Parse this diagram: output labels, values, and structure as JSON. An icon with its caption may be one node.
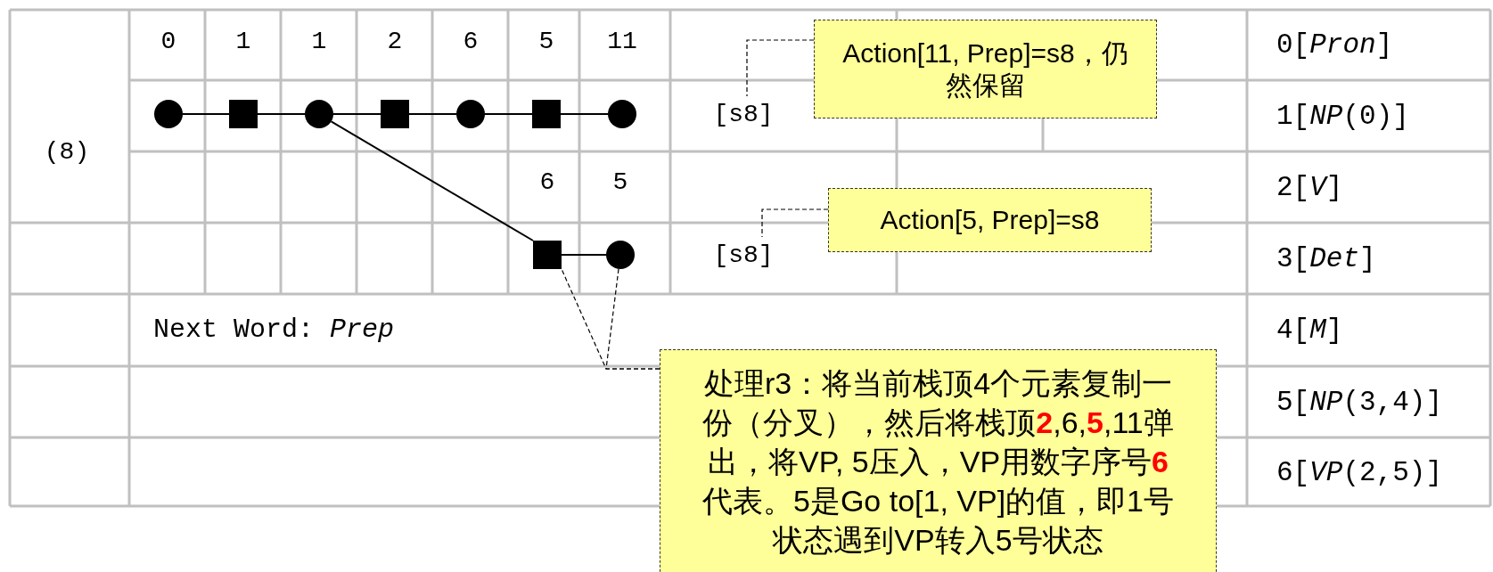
{
  "diagram": {
    "nodes": [
      {
        "text": [],
        "shape": "circle",
        "beside": [
          "0"
        ]
      },
      {
        "text": [],
        "shape": "square",
        "beside": [
          "1"
        ]
      },
      {
        "text": [],
        "shape": "circle",
        "beside": [
          "1"
        ]
      },
      {
        "text": [],
        "shape": "square",
        "beside": [
          "2"
        ]
      },
      {
        "text": [],
        "shape": "circle",
        "beside": [
          "6"
        ]
      },
      {
        "text": [],
        "shape": "square",
        "beside": [
          "5"
        ]
      },
      {
        "text": [],
        "shape": "circle",
        "beside": [
          "11"
        ]
      },
      {
        "text": [
          "[s8]"
        ]
      },
      {
        "text": [
          "Action[11, Prep]=s8，仍然保留"
        ]
      },
      {
        "text": [],
        "shape": "square",
        "beside": [
          "6"
        ]
      },
      {
        "text": [],
        "shape": "circle",
        "beside": [
          "5"
        ]
      },
      {
        "text": [
          "[s8]"
        ]
      },
      {
        "text": [
          "Action[5, Prep]=s8"
        ]
      },
      {
        "text": [
          "处理r3：将当前栈顶4个元素复制一份（分叉），然后将栈顶**2**,6,**5**,11弹出，将VP, 5压入，VP用数字序号**6**代表。5是Go to[1, VP]的值，即1号状态遇到VP转入5号状态"
        ]
      }
    ],
    "edges": [
      {
        "from": 0,
        "to": 1,
        "arrow": "none"
      },
      {
        "from": 1,
        "to": 2,
        "arrow": "none"
      },
      {
        "from": 2,
        "to": 3,
        "arrow": "none"
      },
      {
        "from": 3,
        "to": 4,
        "arrow": "none"
      },
      {
        "from": 4,
        "to": 5,
        "arrow": "none"
      },
      {
        "from": 5,
        "to": 6,
        "arrow": "none"
      },
      {
        "from": 2,
        "to": 9,
        "arrow": "none"
      },
      {
        "from": 9,
        "to": 10,
        "arrow": "none"
      },
      {
        "from": 8,
        "to": 7,
        "arrow": "none",
        "style": "dashed"
      },
      {
        "from": 12,
        "to": 11,
        "arrow": "none",
        "style": "dashed"
      },
      {
        "from": 13,
        "to": 9,
        "arrow": "none",
        "style": "dashed"
      },
      {
        "from": 13,
        "to": 10,
        "arrow": "none",
        "style": "dashed"
      }
    ],
    "labels": [
      "(8)",
      "0[*Pron*]",
      "1[*NP*(0)]",
      "2[*V*]",
      "3[*Det*]",
      "Next Word: *Prep*",
      "4[*M*]",
      "5[*NP*(3,4)]",
      "6[*VP*(2,5)]"
    ]
  }
}
